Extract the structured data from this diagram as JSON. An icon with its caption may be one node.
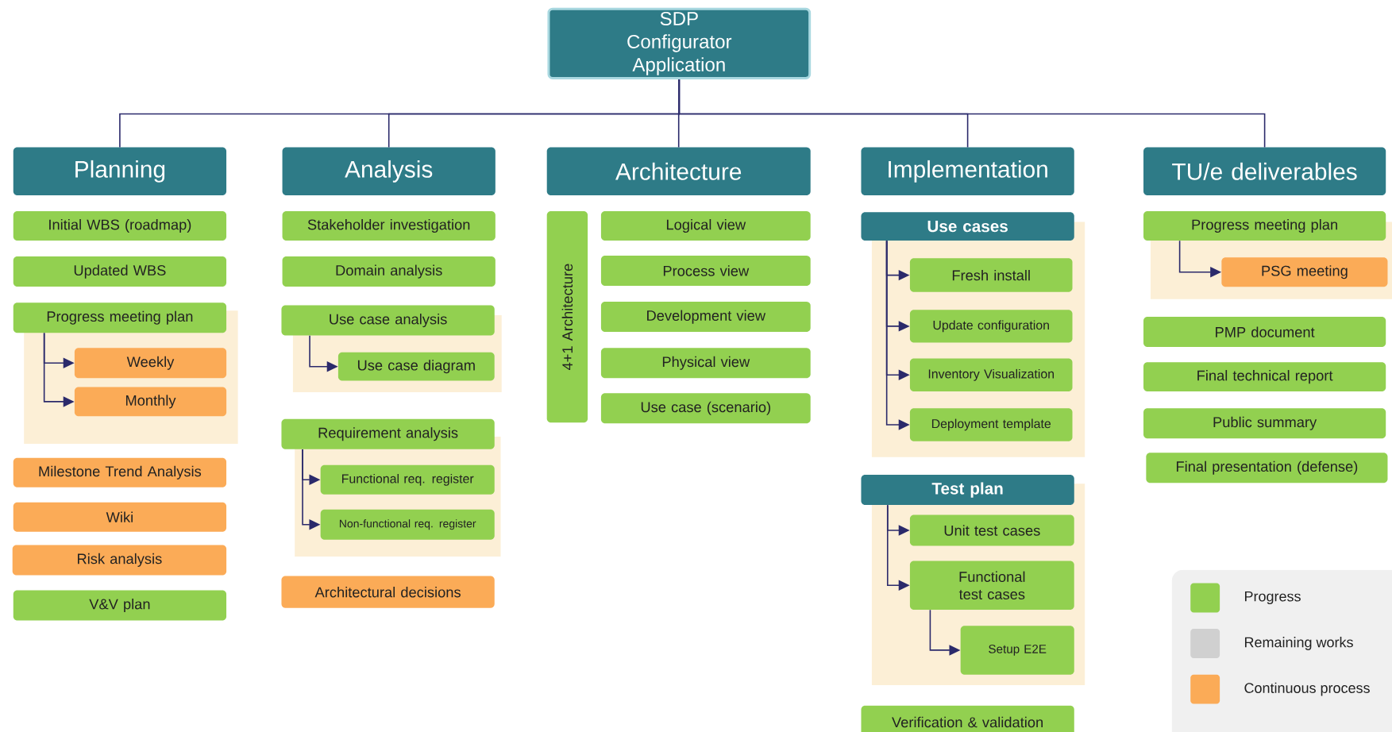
{
  "diagram": {
    "nodes": [
      {
        "text": [
          "SDP Configurator Application"
        ]
      },
      {
        "text": [
          "Planning"
        ]
      },
      {
        "text": [
          "Analysis"
        ]
      },
      {
        "text": [
          "Architecture"
        ]
      },
      {
        "text": [
          "Implementation"
        ]
      },
      {
        "text": [
          "TU/e deliverables"
        ]
      },
      {
        "text": [
          "Initial WBS (roadmap)"
        ]
      },
      {
        "text": [
          "Updated WBS"
        ]
      },
      {
        "text": [
          "Progress meeting plan"
        ]
      },
      {
        "text": [
          "Weekly"
        ]
      },
      {
        "text": [
          "Monthly"
        ]
      },
      {
        "text": [
          "Milestone Trend Analysis"
        ]
      },
      {
        "text": [
          "Wiki"
        ]
      },
      {
        "text": [
          "Risk analysis"
        ]
      },
      {
        "text": [
          "V&V plan"
        ]
      },
      {
        "text": [
          "Stakeholder investigation"
        ]
      },
      {
        "text": [
          "Domain analysis"
        ]
      },
      {
        "text": [
          "Use case analysis"
        ]
      },
      {
        "text": [
          "Use case diagram"
        ]
      },
      {
        "text": [
          "Requirement analysis"
        ]
      },
      {
        "text": [
          "Functional req. register"
        ]
      },
      {
        "text": [
          "Non-functional req. register"
        ]
      },
      {
        "text": [
          "Architectural decisions"
        ]
      },
      {
        "text": [
          "4+1 Architecture"
        ]
      },
      {
        "text": [
          "Logical view"
        ]
      },
      {
        "text": [
          "Process view"
        ]
      },
      {
        "text": [
          "Development view"
        ]
      },
      {
        "text": [
          "Physical view"
        ]
      },
      {
        "text": [
          "Use case (scenario)"
        ]
      },
      {
        "text": [
          "Use cases"
        ]
      },
      {
        "text": [
          "Fresh install"
        ]
      },
      {
        "text": [
          "Update configuration"
        ]
      },
      {
        "text": [
          "Inventory Visualization"
        ]
      },
      {
        "text": [
          "Deployment template"
        ]
      },
      {
        "text": [
          "Test plan"
        ]
      },
      {
        "text": [
          "Unit test cases"
        ]
      },
      {
        "text": [
          "Functional test cases"
        ]
      },
      {
        "text": [
          "Setup E2E"
        ]
      },
      {
        "text": [
          "Verification & validation"
        ]
      },
      {
        "text": [
          "Progress meeting plan"
        ]
      },
      {
        "text": [
          "PSG meeting"
        ]
      },
      {
        "text": [
          "PMP document"
        ]
      },
      {
        "text": [
          "Final technical report"
        ]
      },
      {
        "text": [
          "Public summary"
        ]
      },
      {
        "text": [
          "Final presentation (defense)"
        ]
      }
    ],
    "edges": [
      {
        "from": 0,
        "to": 1,
        "arrow": "none"
      },
      {
        "from": 0,
        "to": 2,
        "arrow": "none"
      },
      {
        "from": 0,
        "to": 3,
        "arrow": "none"
      },
      {
        "from": 0,
        "to": 4,
        "arrow": "none"
      },
      {
        "from": 0,
        "to": 5,
        "arrow": "none"
      },
      {
        "from": 8,
        "to": 9,
        "arrow": "to"
      },
      {
        "from": 8,
        "to": 10,
        "arrow": "to"
      },
      {
        "from": 17,
        "to": 18,
        "arrow": "to"
      },
      {
        "from": 19,
        "to": 20,
        "arrow": "to"
      },
      {
        "from": 19,
        "to": 21,
        "arrow": "to"
      },
      {
        "from": 29,
        "to": 30,
        "arrow": "to"
      },
      {
        "from": 29,
        "to": 31,
        "arrow": "to"
      },
      {
        "from": 29,
        "to": 32,
        "arrow": "to"
      },
      {
        "from": 29,
        "to": 33,
        "arrow": "to"
      },
      {
        "from": 34,
        "to": 35,
        "arrow": "to"
      },
      {
        "from": 34,
        "to": 36,
        "arrow": "to"
      },
      {
        "from": 36,
        "to": 37,
        "arrow": "to"
      },
      {
        "from": 39,
        "to": 40,
        "arrow": "to"
      }
    ],
    "legend": [
      {
        "text": "Progress",
        "color": "#92d050"
      },
      {
        "text": "Remaining works",
        "color": "#d0d0d0"
      },
      {
        "text": "Continuous process",
        "color": "#fbab57"
      }
    ]
  }
}
